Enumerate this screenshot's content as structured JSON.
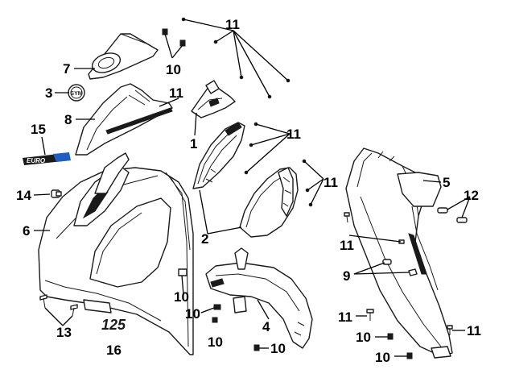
{
  "diagram": {
    "background": "#ffffff",
    "stroke_color": "#1a1a1a",
    "label_color": "#000000",
    "logo_blue": "#1f5fbf",
    "labels": [
      {
        "id": "l1",
        "text": "1"
      },
      {
        "id": "l2",
        "text": "2"
      },
      {
        "id": "l3",
        "text": "3"
      },
      {
        "id": "l4",
        "text": "4"
      },
      {
        "id": "l5",
        "text": "5"
      },
      {
        "id": "l6",
        "text": "6"
      },
      {
        "id": "l7",
        "text": "7"
      },
      {
        "id": "l8",
        "text": "8"
      },
      {
        "id": "l9",
        "text": "9"
      },
      {
        "id": "l10a",
        "text": "10"
      },
      {
        "id": "l10b",
        "text": "10"
      },
      {
        "id": "l10c",
        "text": "10"
      },
      {
        "id": "l10d",
        "text": "10"
      },
      {
        "id": "l10e",
        "text": "10"
      },
      {
        "id": "l10f",
        "text": "10"
      },
      {
        "id": "l10g",
        "text": "10"
      },
      {
        "id": "l11a",
        "text": "11"
      },
      {
        "id": "l11b",
        "text": "11"
      },
      {
        "id": "l11c",
        "text": "11"
      },
      {
        "id": "l11d",
        "text": "11"
      },
      {
        "id": "l11e",
        "text": "11"
      },
      {
        "id": "l11f",
        "text": "11"
      },
      {
        "id": "l11g",
        "text": "11"
      },
      {
        "id": "l12",
        "text": "12"
      },
      {
        "id": "l13",
        "text": "13"
      },
      {
        "id": "l14",
        "text": "14"
      },
      {
        "id": "l15",
        "text": "15"
      },
      {
        "id": "l16",
        "text": "16"
      }
    ],
    "emblem_text": "SYM",
    "logo_15_text": "EURO",
    "logo_16_text": "125"
  }
}
